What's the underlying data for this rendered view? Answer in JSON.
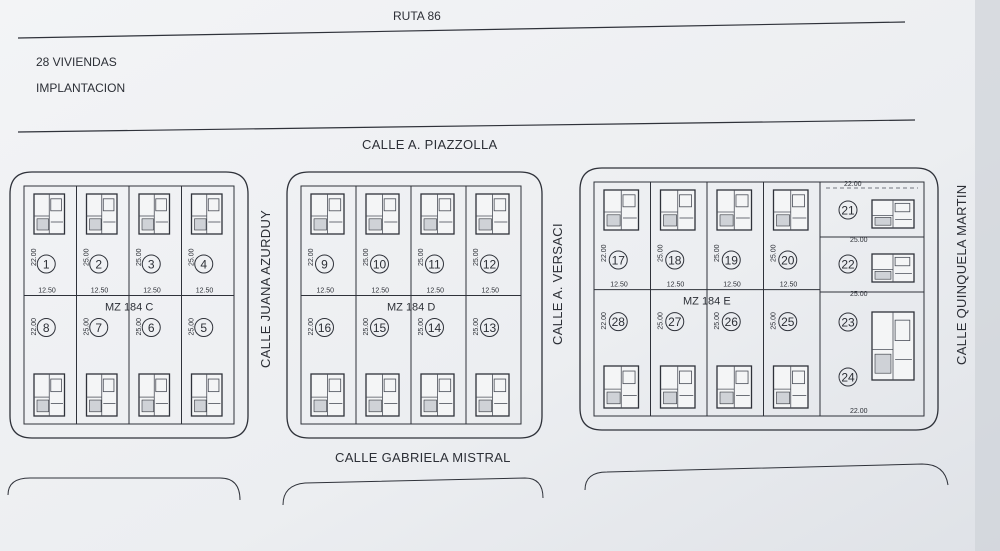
{
  "title": {
    "road": "RUTA 86",
    "line1": "28 VIVIENDAS",
    "line2": "IMPLANTACION"
  },
  "streets": {
    "north": "CALLE A. PIAZZOLLA",
    "south": "CALLE GABRIELA MISTRAL",
    "between_c_d": "CALLE JUANA AZURDUY",
    "between_d_e": "CALLE A. VERSACI",
    "east": "CALLE QUINQUELA MARTIN"
  },
  "blocks": [
    {
      "label": "MZ 184 C",
      "top_lots": [
        "1",
        "2",
        "3",
        "4"
      ],
      "bottom_lots": [
        "8",
        "7",
        "6",
        "5"
      ]
    },
    {
      "label": "MZ 184 D",
      "top_lots": [
        "9",
        "10",
        "11",
        "12"
      ],
      "bottom_lots": [
        "16",
        "15",
        "14",
        "13"
      ]
    },
    {
      "label": "MZ 184 E",
      "top_lots": [
        "17",
        "18",
        "19",
        "20"
      ],
      "bottom_lots": [
        "28",
        "27",
        "26",
        "25"
      ],
      "east_lots": [
        "21",
        "22",
        "23",
        "24"
      ]
    }
  ],
  "dimensions": {
    "width": "12.50",
    "depth": "25.00",
    "short_depth": "22.00",
    "corner_width": "22.00",
    "corner_depth": "25.00"
  }
}
